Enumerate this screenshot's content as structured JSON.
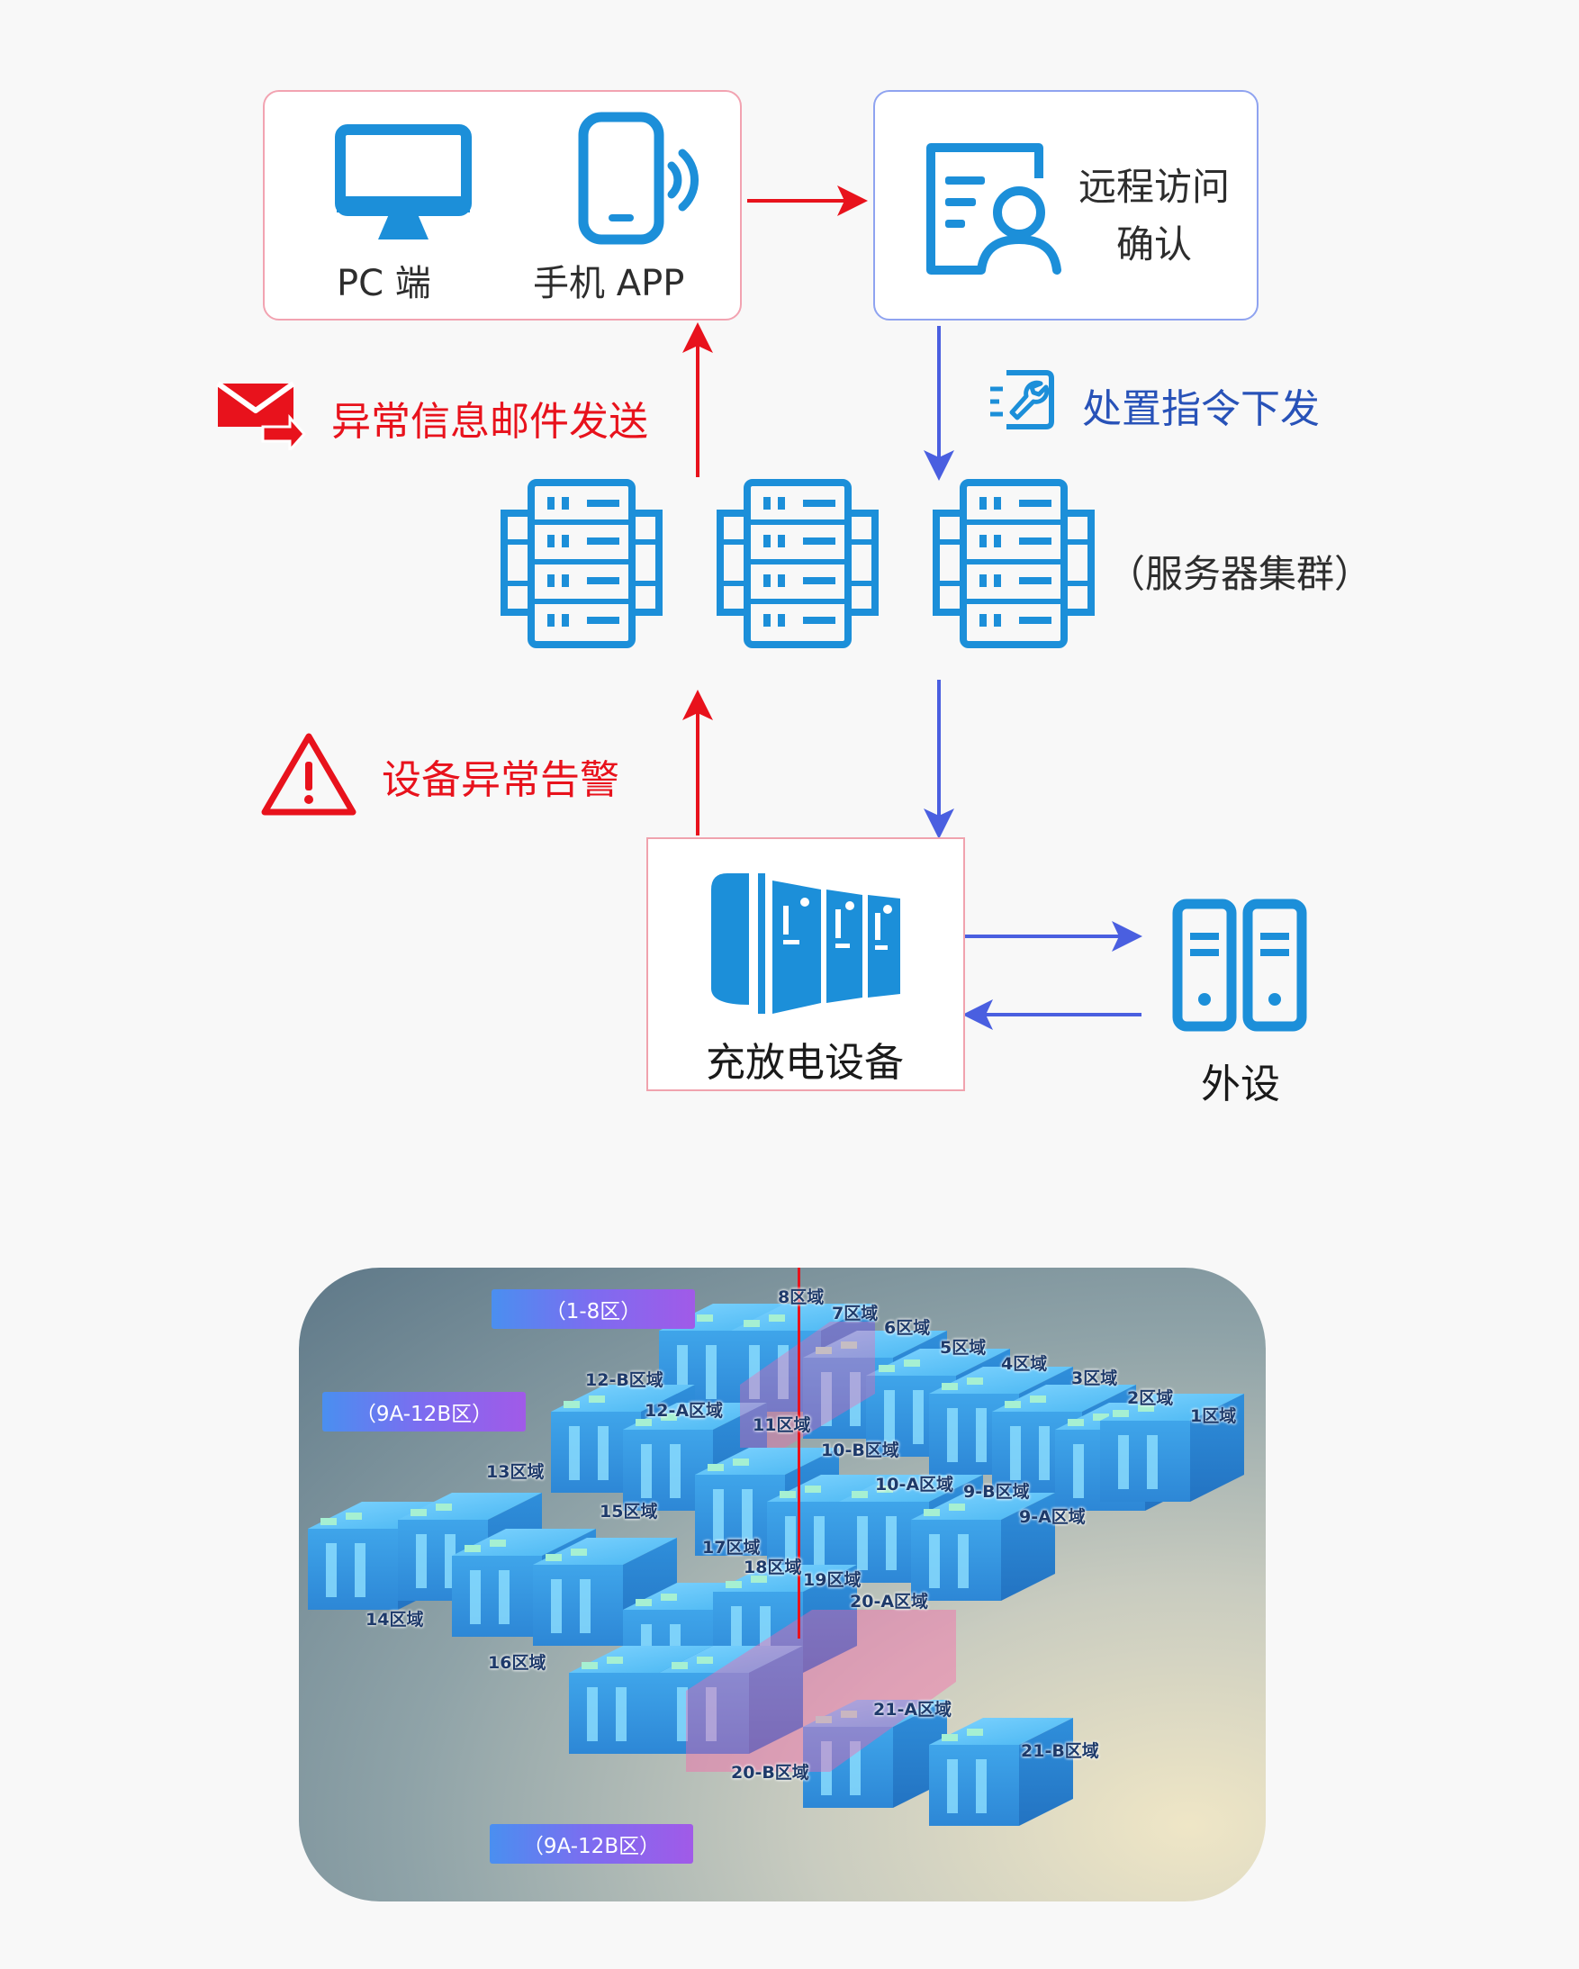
{
  "devices": {
    "pc_label": "PC 端",
    "app_label": "手机 APP"
  },
  "remote": {
    "line1": "远程访问",
    "line2": "确认"
  },
  "labels": {
    "dispatch": "处置指令下发",
    "email": "异常信息邮件发送",
    "cluster": "（服务器集群）",
    "alarm": "设备异常告警",
    "charger": "充放电设备",
    "peripheral": "外设"
  },
  "map": {
    "region_tags": [
      "（1-8区）",
      "（9A-12B区）",
      "（9A-12B区）"
    ],
    "zones": [
      "8区域",
      "7区域",
      "6区域",
      "5区域",
      "4区域",
      "3区域",
      "2区域",
      "1区域",
      "12-B区域",
      "12-A区域",
      "11区域",
      "10-B区域",
      "10-A区域",
      "9-B区域",
      "9-A区域",
      "13区域",
      "15区域",
      "17区域",
      "18区域",
      "19区域",
      "20-A区域",
      "14区域",
      "16区域",
      "21-A区域",
      "21-B区域",
      "20-B区域"
    ]
  },
  "colors": {
    "blue": "#1c8fd9",
    "red": "#e8121c",
    "arrow_blue": "#4a5fe0",
    "indigo": "#2852b8"
  }
}
